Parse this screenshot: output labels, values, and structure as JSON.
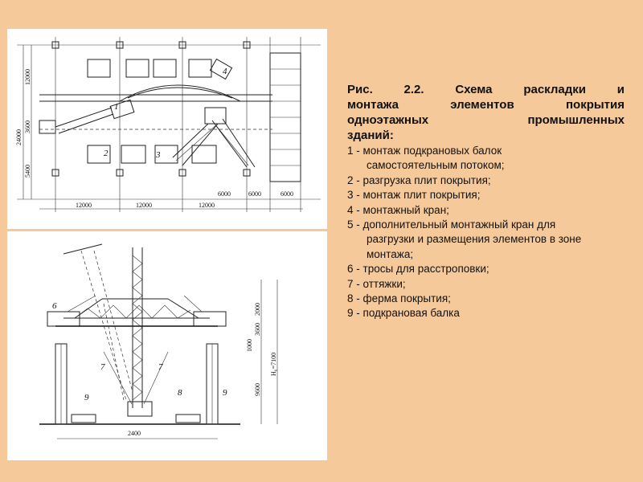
{
  "caption": {
    "line1": "Рис. 2.2. Схема раскладки и",
    "line2": "монтажа элементов покрытия",
    "line3": "одноэтажных промышленных",
    "line4": "зданий:"
  },
  "legend": [
    {
      "text": "1 - монтаж подкрановых балок"
    },
    {
      "text": "самостоятельным потоком;"
    },
    {
      "text": "2 - разгрузка плит покрытия;"
    },
    {
      "text": "3 - монтаж плит покрытия;"
    },
    {
      "text": "4 - монтажный кран;"
    },
    {
      "text": "5 - дополнительный монтажный кран для"
    },
    {
      "text": "разгрузки и размещения элементов в зоне"
    },
    {
      "text": "монтажа;"
    },
    {
      "text": "6 - тросы для расстроповки;"
    },
    {
      "text": "7 - оттяжки;"
    },
    {
      "text": "8 - ферма покрытия;"
    },
    {
      "text": "9 - подкрановая балка"
    }
  ],
  "plan": {
    "dims_bottom": [
      "12000",
      "12000",
      "12000",
      "6000",
      "6000",
      "6000"
    ],
    "dims_left": [
      "24000",
      "12000",
      "3600",
      "5400"
    ],
    "markers": [
      "1",
      "2",
      "3",
      "4"
    ]
  },
  "section": {
    "dim_bottom": "2400",
    "dims_right": [
      "2000",
      "3600",
      "1000",
      "9600",
      "H₀=7100"
    ],
    "markers": [
      "6",
      "7",
      "7",
      "8",
      "9",
      "9"
    ]
  }
}
